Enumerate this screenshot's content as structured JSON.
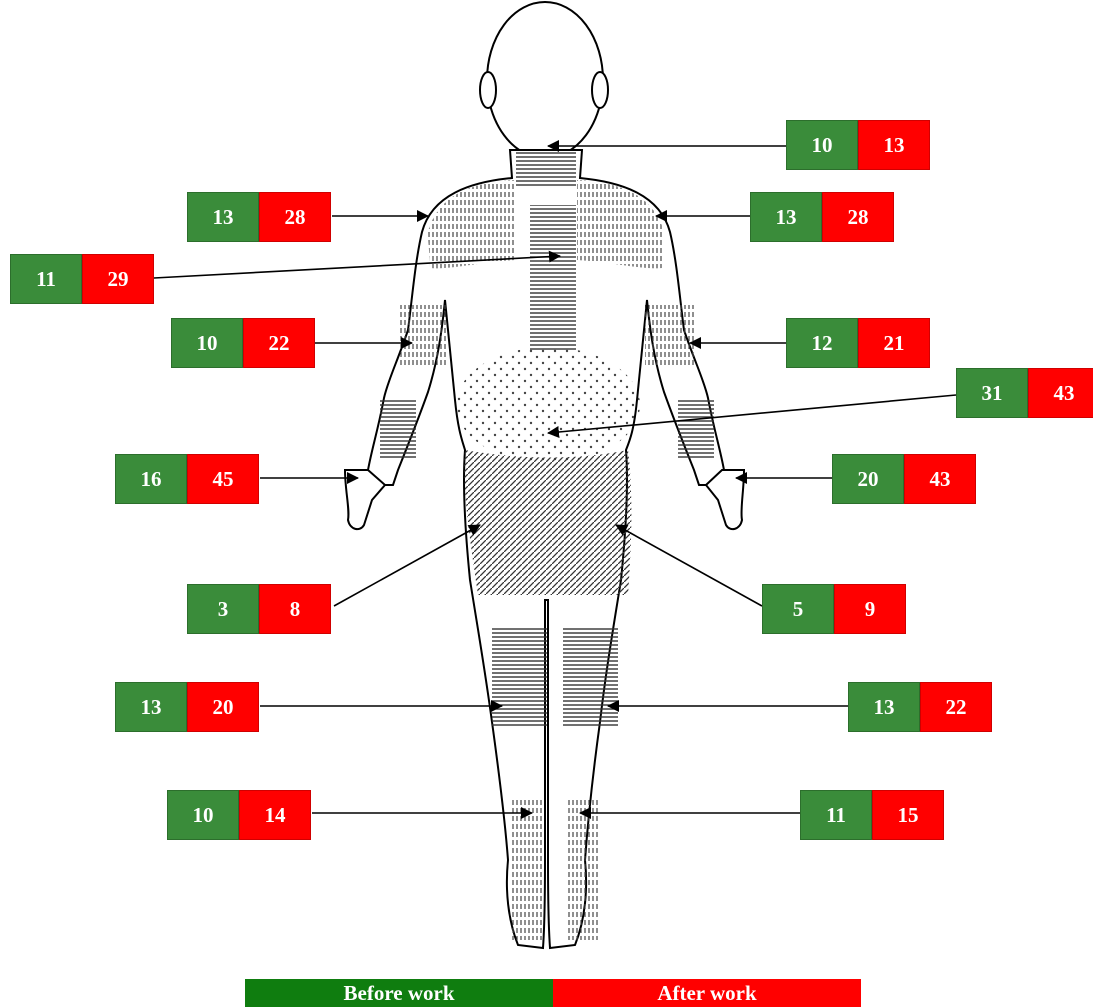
{
  "colors": {
    "before": "#3a8c3a",
    "after": "#ff0000",
    "legend_before": "#0f7d0f"
  },
  "legend": {
    "before": "Before work",
    "after": "After work"
  },
  "regions": [
    {
      "id": "neck",
      "before": "10",
      "after": "13"
    },
    {
      "id": "right-shoulder",
      "before": "13",
      "after": "28"
    },
    {
      "id": "left-shoulder",
      "before": "13",
      "after": "28"
    },
    {
      "id": "upper-back",
      "before": "11",
      "after": "29"
    },
    {
      "id": "right-elbow",
      "before": "10",
      "after": "22"
    },
    {
      "id": "left-elbow",
      "before": "12",
      "after": "21"
    },
    {
      "id": "lower-back",
      "before": "31",
      "after": "43"
    },
    {
      "id": "right-wrist-hand",
      "before": "16",
      "after": "45"
    },
    {
      "id": "left-wrist-hand",
      "before": "20",
      "after": "43"
    },
    {
      "id": "right-hip-thigh",
      "before": "3",
      "after": "8"
    },
    {
      "id": "left-hip-thigh",
      "before": "5",
      "after": "9"
    },
    {
      "id": "right-knee",
      "before": "13",
      "after": "20"
    },
    {
      "id": "left-knee",
      "before": "13",
      "after": "22"
    },
    {
      "id": "right-ankle-foot",
      "before": "10",
      "after": "14"
    },
    {
      "id": "left-ankle-foot",
      "before": "11",
      "after": "15"
    }
  ]
}
